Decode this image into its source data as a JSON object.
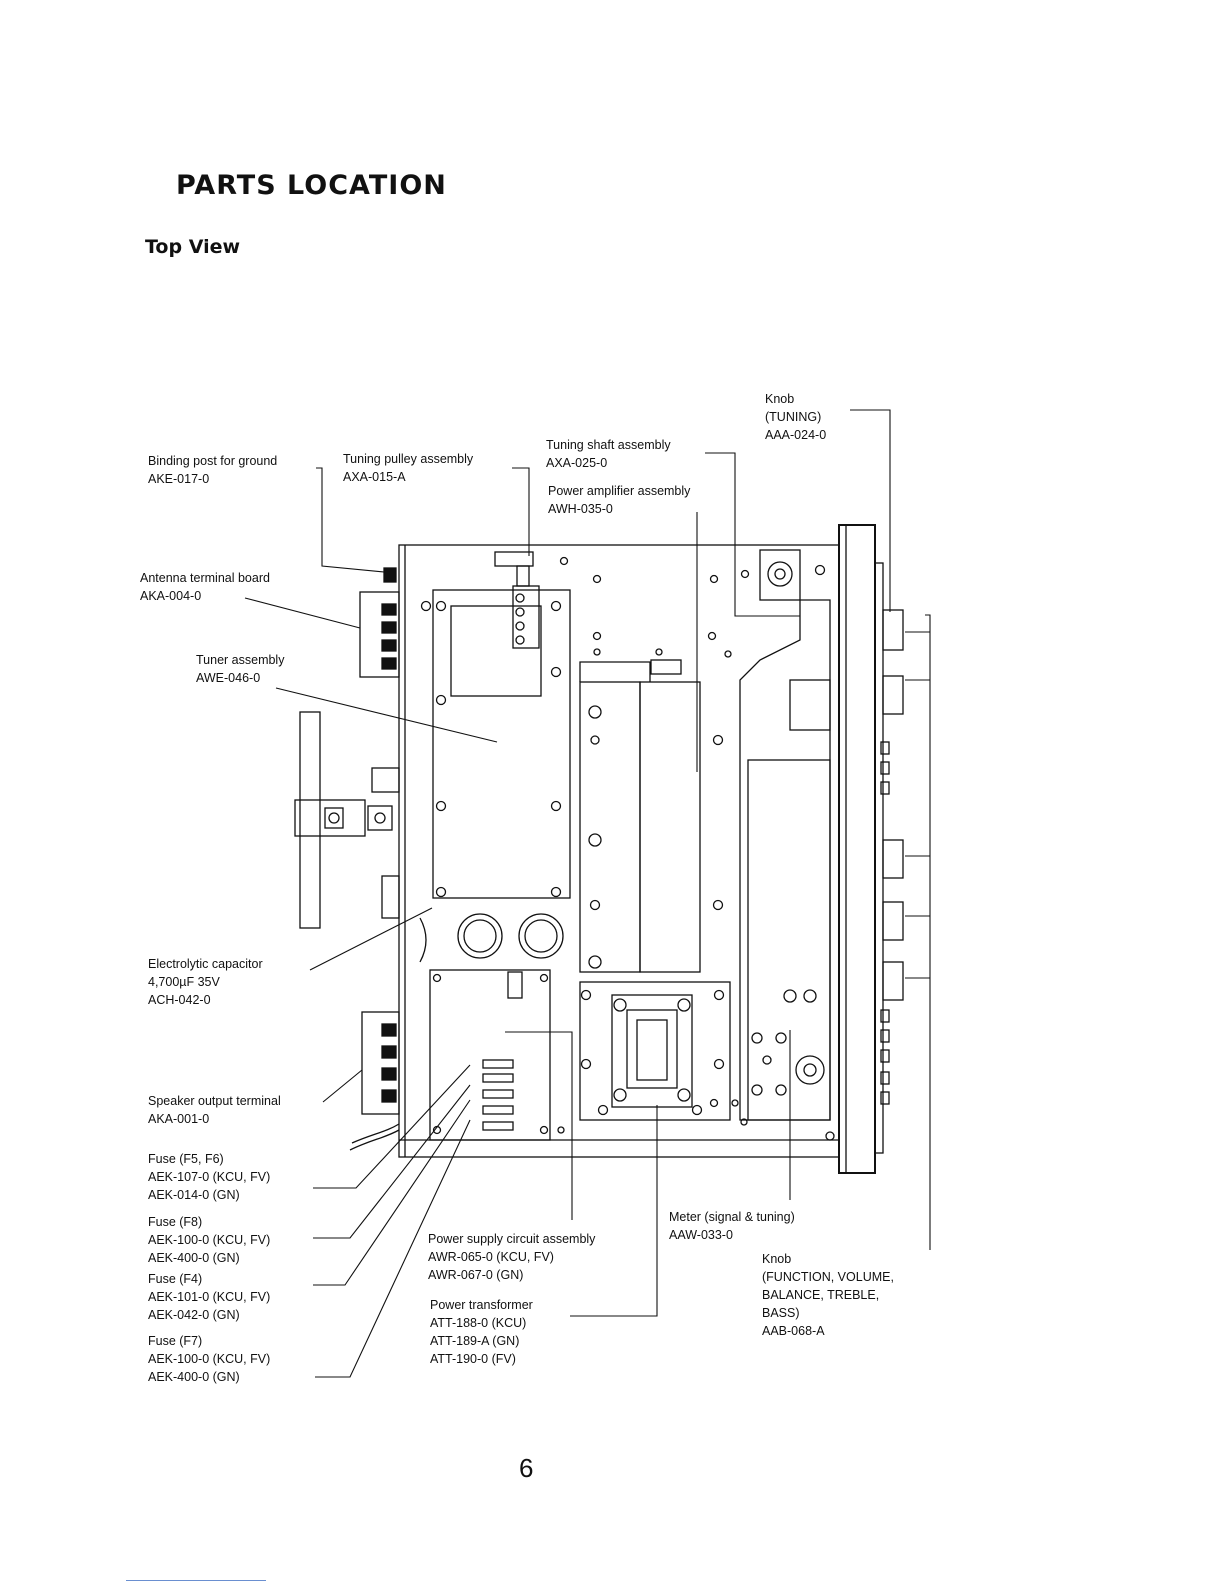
{
  "page": {
    "title": "PARTS LOCATION",
    "subtitle": "Top View",
    "page_number": "6"
  },
  "labels": {
    "binding_post": [
      "Binding post for ground",
      "AKE-017-0"
    ],
    "tuning_pulley": [
      "Tuning pulley assembly",
      "AXA-015-A"
    ],
    "tuning_shaft": [
      "Tuning shaft assembly",
      "AXA-025-0"
    ],
    "power_amp": [
      "Power amplifier assembly",
      "AWH-035-0"
    ],
    "knob_tuning": [
      "Knob",
      "(TUNING)",
      "AAA-024-0"
    ],
    "antenna_terminal": [
      "Antenna terminal board",
      "AKA-004-0"
    ],
    "tuner_assembly": [
      "Tuner assembly",
      "AWE-046-0"
    ],
    "electrolytic_capacitor": [
      "Electrolytic capacitor",
      "4,700µF 35V",
      "ACH-042-0"
    ],
    "speaker_output": [
      "Speaker output terminal",
      "AKA-001-0"
    ],
    "fuse_f5_f6": [
      "Fuse (F5, F6)",
      "AEK-107-0 (KCU, FV)",
      "AEK-014-0 (GN)"
    ],
    "fuse_f8": [
      "Fuse (F8)",
      "AEK-100-0 (KCU, FV)",
      "AEK-400-0 (GN)"
    ],
    "fuse_f4": [
      "Fuse (F4)",
      "AEK-101-0 (KCU, FV)",
      "AEK-042-0 (GN)"
    ],
    "fuse_f7": [
      "Fuse (F7)",
      "AEK-100-0 (KCU, FV)",
      "AEK-400-0 (GN)"
    ],
    "power_supply": [
      "Power supply circuit assembly",
      "AWR-065-0 (KCU, FV)",
      "AWR-067-0 (GN)"
    ],
    "power_transformer": [
      "Power transformer",
      "ATT-188-0 (KCU)",
      "ATT-189-A (GN)",
      "ATT-190-0 (FV)"
    ],
    "meter": [
      "Meter (signal & tuning)",
      "AAW-033-0"
    ],
    "knob_function": [
      "Knob",
      "(FUNCTION, VOLUME,",
      "BALANCE, TREBLE,",
      "BASS)",
      "AAB-068-A"
    ]
  }
}
